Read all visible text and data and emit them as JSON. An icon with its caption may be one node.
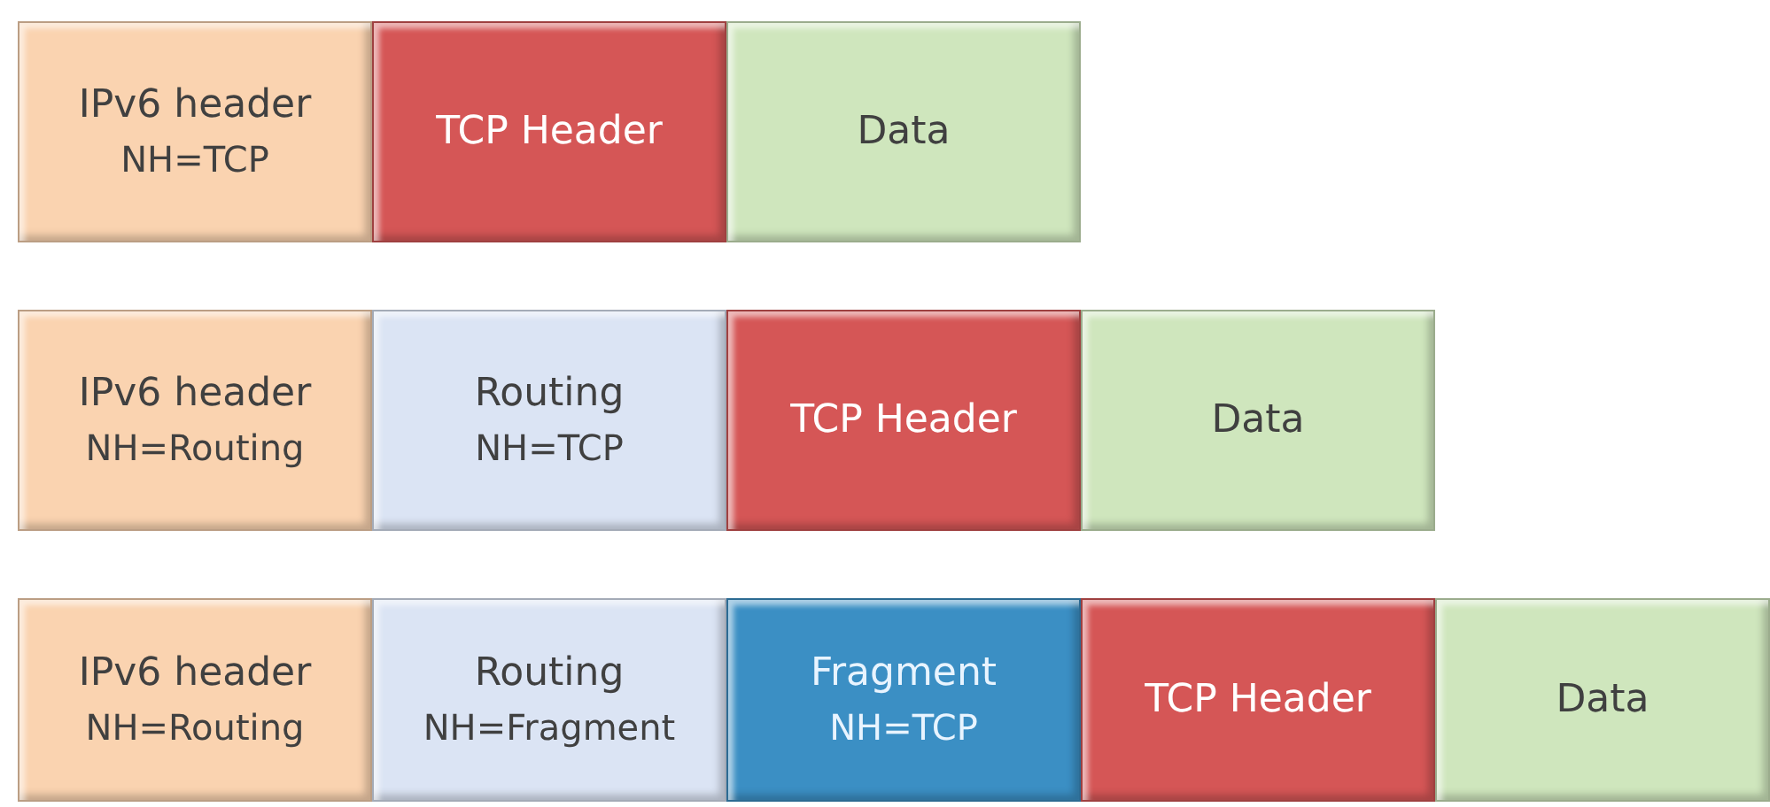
{
  "diagram": {
    "nodes": [
      {
        "text": [
          "IPv6 header",
          "NH=TCP"
        ]
      },
      {
        "text": [
          "TCP Header"
        ]
      },
      {
        "text": [
          "Data"
        ]
      },
      {
        "text": [
          "IPv6 header",
          "NH=Routing"
        ]
      },
      {
        "text": [
          "Routing",
          "NH=TCP"
        ]
      },
      {
        "text": [
          "TCP Header"
        ]
      },
      {
        "text": [
          "Data"
        ]
      },
      {
        "text": [
          "IPv6 header",
          "NH=Routing"
        ]
      },
      {
        "text": [
          "Routing",
          "NH=Fragment"
        ]
      },
      {
        "text": [
          "Fragment",
          "NH=TCP"
        ]
      },
      {
        "text": [
          "TCP Header"
        ]
      },
      {
        "text": [
          "Data"
        ]
      }
    ]
  }
}
